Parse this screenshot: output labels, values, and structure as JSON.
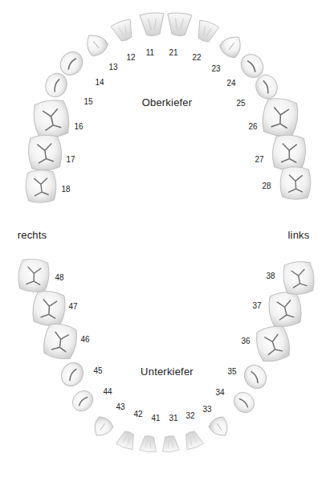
{
  "diagram": {
    "labels": [
      "18",
      "17",
      "16",
      "15",
      "14",
      "13",
      "12",
      "11",
      "21",
      "22",
      "23",
      "24",
      "25",
      "26",
      "27",
      "28",
      "Oberkiefer",
      "rechts",
      "links",
      "Unterkiefer",
      "48",
      "47",
      "46",
      "45",
      "44",
      "43",
      "42",
      "41",
      "31",
      "32",
      "33",
      "34",
      "35",
      "36",
      "37",
      "38"
    ]
  }
}
